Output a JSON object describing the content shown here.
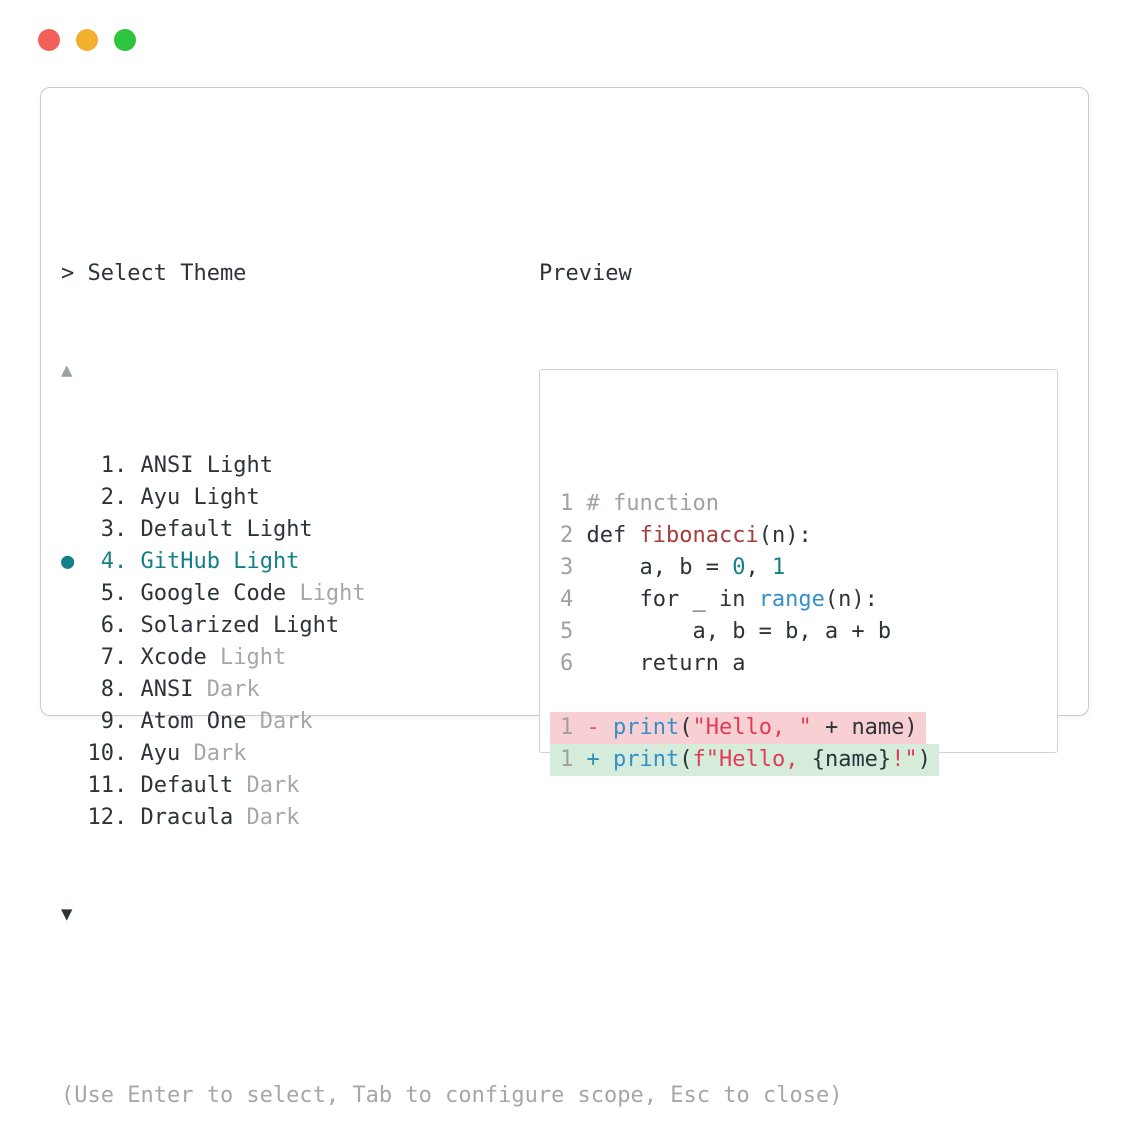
{
  "window": {
    "traffic_lights": [
      {
        "name": "close",
        "color": "#f2605a"
      },
      {
        "name": "minimize",
        "color": "#f3b02f"
      },
      {
        "name": "zoom",
        "color": "#2ec53e"
      }
    ]
  },
  "selector": {
    "title": "> Select Theme",
    "scroll_up_glyph": "▲",
    "scroll_down_glyph": "▼",
    "selected_marker_glyph": "●",
    "items": [
      {
        "number": "1.",
        "name": "ANSI",
        "variant": "Light",
        "variant_dim": false,
        "selected": false
      },
      {
        "number": "2.",
        "name": "Ayu",
        "variant": "Light",
        "variant_dim": false,
        "selected": false
      },
      {
        "number": "3.",
        "name": "Default",
        "variant": "Light",
        "variant_dim": false,
        "selected": false
      },
      {
        "number": "4.",
        "name": "GitHub",
        "variant": "Light",
        "variant_dim": false,
        "selected": true
      },
      {
        "number": "5.",
        "name": "Google Code",
        "variant": "Light",
        "variant_dim": true,
        "selected": false
      },
      {
        "number": "6.",
        "name": "Solarized",
        "variant": "Light",
        "variant_dim": false,
        "selected": false
      },
      {
        "number": "7.",
        "name": "Xcode",
        "variant": "Light",
        "variant_dim": true,
        "selected": false
      },
      {
        "number": "8.",
        "name": "ANSI",
        "variant": "Dark",
        "variant_dim": true,
        "selected": false
      },
      {
        "number": "9.",
        "name": "Atom One",
        "variant": "Dark",
        "variant_dim": true,
        "selected": false
      },
      {
        "number": "10.",
        "name": "Ayu",
        "variant": "Dark",
        "variant_dim": true,
        "selected": false
      },
      {
        "number": "11.",
        "name": "Default",
        "variant": "Dark",
        "variant_dim": true,
        "selected": false
      },
      {
        "number": "12.",
        "name": "Dracula",
        "variant": "Dark",
        "variant_dim": true,
        "selected": false
      }
    ]
  },
  "preview": {
    "title": "Preview",
    "code_lines": [
      {
        "num": "1",
        "diff": "",
        "tokens": [
          {
            "t": "# function",
            "c": "comment"
          }
        ]
      },
      {
        "num": "2",
        "diff": "",
        "tokens": [
          {
            "t": "def ",
            "c": "text"
          },
          {
            "t": "fibonacci",
            "c": "func"
          },
          {
            "t": "(n):",
            "c": "text"
          }
        ]
      },
      {
        "num": "3",
        "diff": "",
        "tokens": [
          {
            "t": "    a, b = ",
            "c": "text"
          },
          {
            "t": "0",
            "c": "teal"
          },
          {
            "t": ", ",
            "c": "text"
          },
          {
            "t": "1",
            "c": "teal"
          }
        ]
      },
      {
        "num": "4",
        "diff": "",
        "tokens": [
          {
            "t": "    for _ in ",
            "c": "text"
          },
          {
            "t": "range",
            "c": "blue"
          },
          {
            "t": "(n):",
            "c": "text"
          }
        ]
      },
      {
        "num": "5",
        "diff": "",
        "tokens": [
          {
            "t": "        a, b = b, a + b",
            "c": "text"
          }
        ]
      },
      {
        "num": "6",
        "diff": "",
        "tokens": [
          {
            "t": "    return a",
            "c": "text"
          }
        ]
      },
      {
        "num": "",
        "diff": "",
        "tokens": []
      },
      {
        "num": "1",
        "diff": "removed",
        "tokens": [
          {
            "t": "- ",
            "c": "minus"
          },
          {
            "t": "print",
            "c": "blue"
          },
          {
            "t": "(",
            "c": "text"
          },
          {
            "t": "\"Hello, \"",
            "c": "string"
          },
          {
            "t": " + name)",
            "c": "text"
          }
        ]
      },
      {
        "num": "1",
        "diff": "added",
        "tokens": [
          {
            "t": "+ ",
            "c": "plus"
          },
          {
            "t": "print",
            "c": "blue"
          },
          {
            "t": "(",
            "c": "text"
          },
          {
            "t": "f\"Hello, ",
            "c": "string"
          },
          {
            "t": "{name}",
            "c": "text"
          },
          {
            "t": "!\"",
            "c": "string"
          },
          {
            "t": ")",
            "c": "text"
          }
        ]
      }
    ]
  },
  "footer": {
    "hint": "(Use Enter to select, Tab to configure scope, Esc to close)"
  },
  "colors": {
    "accent_teal": "#157f89",
    "text_dark": "#2d333a",
    "dim_gray": "#a7a7a7",
    "comment_green": "#9aa69d",
    "function_red": "#a63c3c",
    "string_red": "#e23b58",
    "keyword_blue": "#3390c8",
    "diff_minus_red": "#e35a6e",
    "diff_plus_blue": "#2d8fb5",
    "diff_removed_bg": "#f8d0d3",
    "diff_added_bg": "#d5ecdb",
    "border_gray": "#c9cbcd",
    "traffic_red": "#f2605a",
    "traffic_yellow": "#f3b02f",
    "traffic_green": "#2ec53e"
  }
}
